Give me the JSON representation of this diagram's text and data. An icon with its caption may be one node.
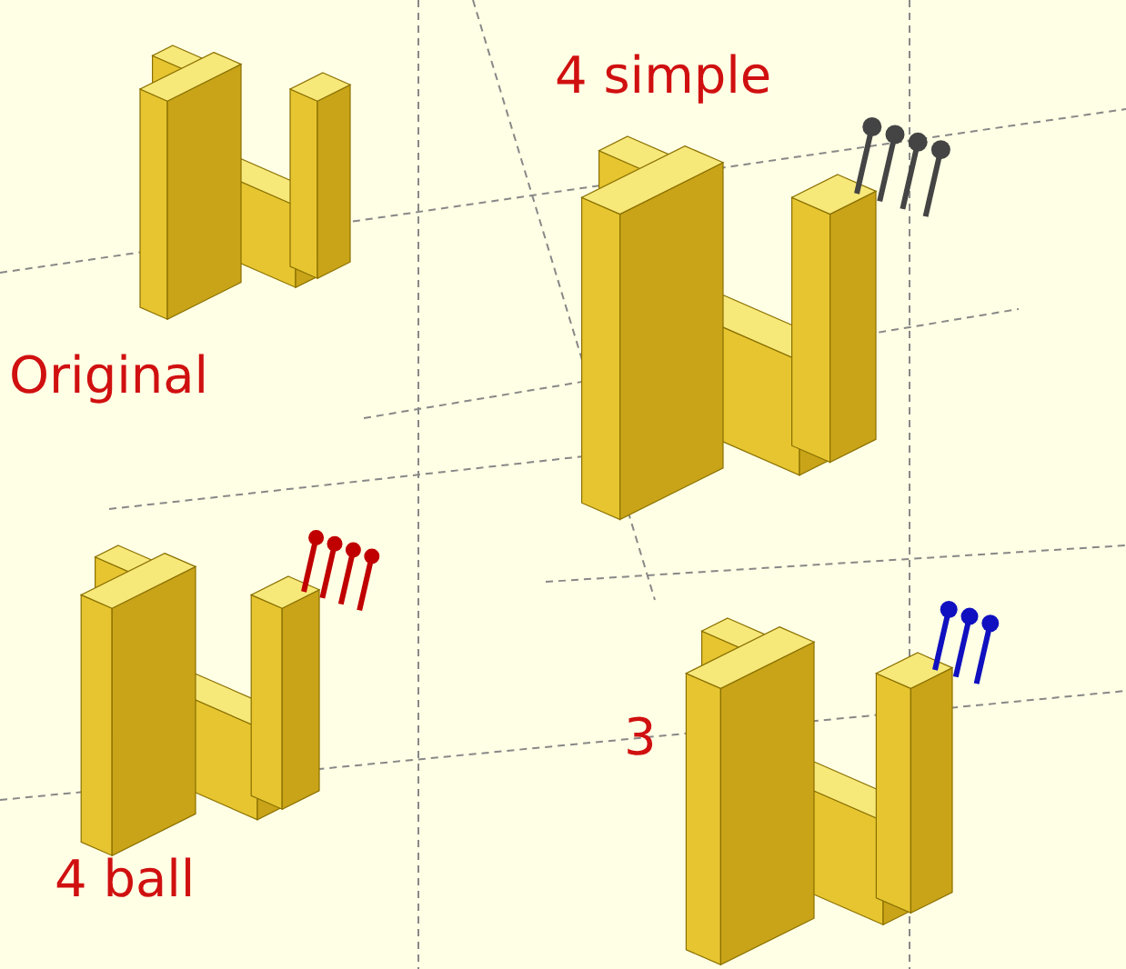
{
  "diagram": {
    "labels": [
      "4 simple",
      "Original",
      "3",
      "4 ball"
    ]
  }
}
